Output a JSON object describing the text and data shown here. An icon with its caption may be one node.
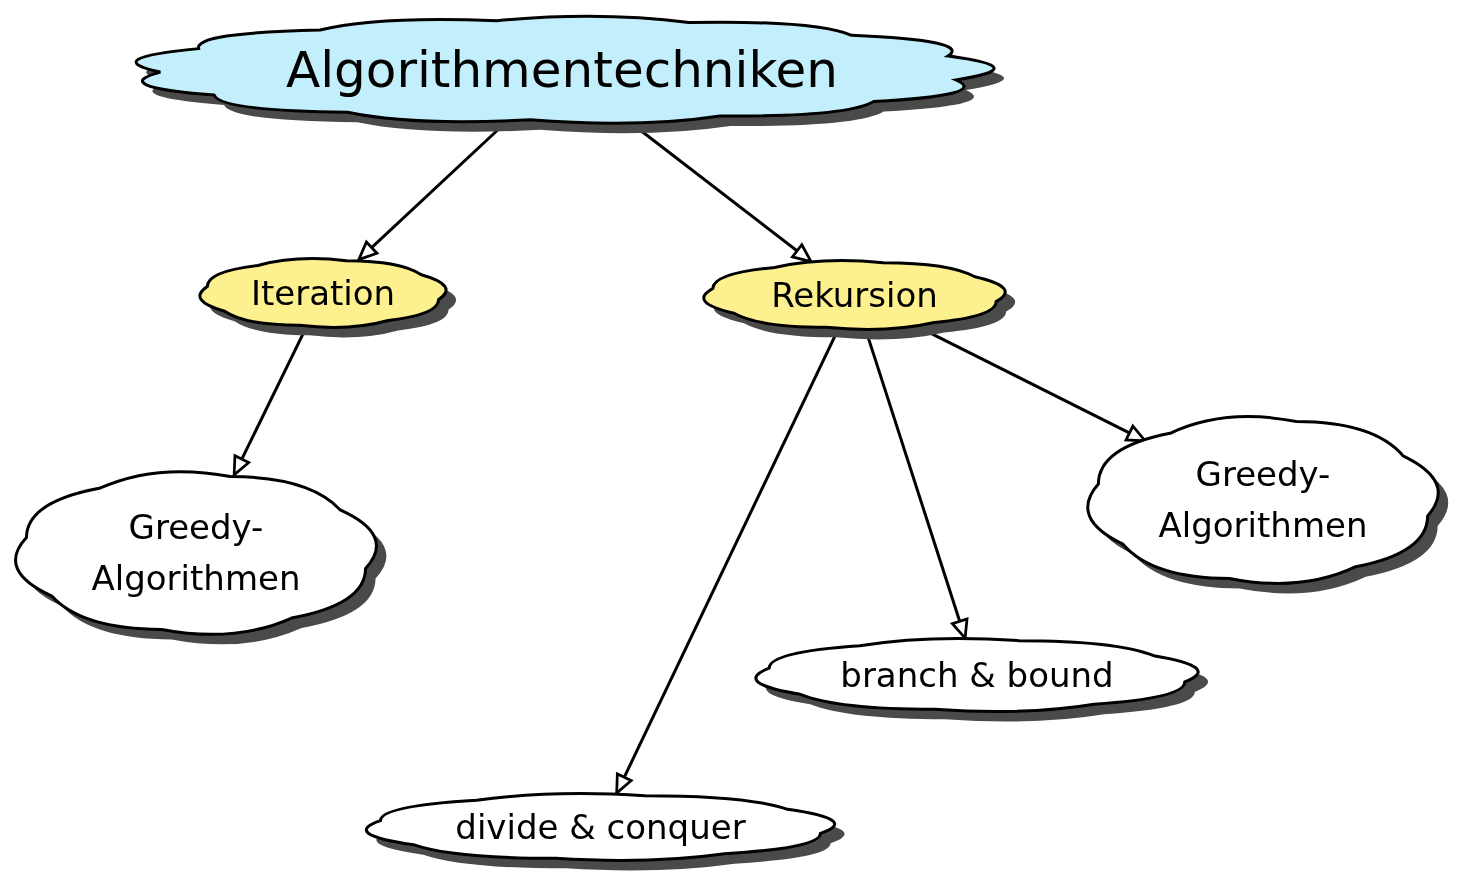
{
  "diagram": {
    "nodes": [
      {
        "text": [
          "Algorithmentechniken"
        ]
      },
      {
        "text": [
          "Iteration"
        ]
      },
      {
        "text": [
          "Rekursion"
        ]
      },
      {
        "text": [
          "Greedy-Algorithmen"
        ]
      },
      {
        "text": [
          "Greedy-Algorithmen"
        ]
      },
      {
        "text": [
          "branch & bound"
        ]
      },
      {
        "text": [
          "divide & conquer"
        ]
      }
    ],
    "edges": [
      {
        "from": 0,
        "to": 1,
        "arrow": "to"
      },
      {
        "from": 0,
        "to": 2,
        "arrow": "to"
      },
      {
        "from": 1,
        "to": 3,
        "arrow": "to"
      },
      {
        "from": 2,
        "to": 6,
        "arrow": "to"
      },
      {
        "from": 2,
        "to": 5,
        "arrow": "to"
      },
      {
        "from": 2,
        "to": 4,
        "arrow": "to"
      }
    ]
  }
}
